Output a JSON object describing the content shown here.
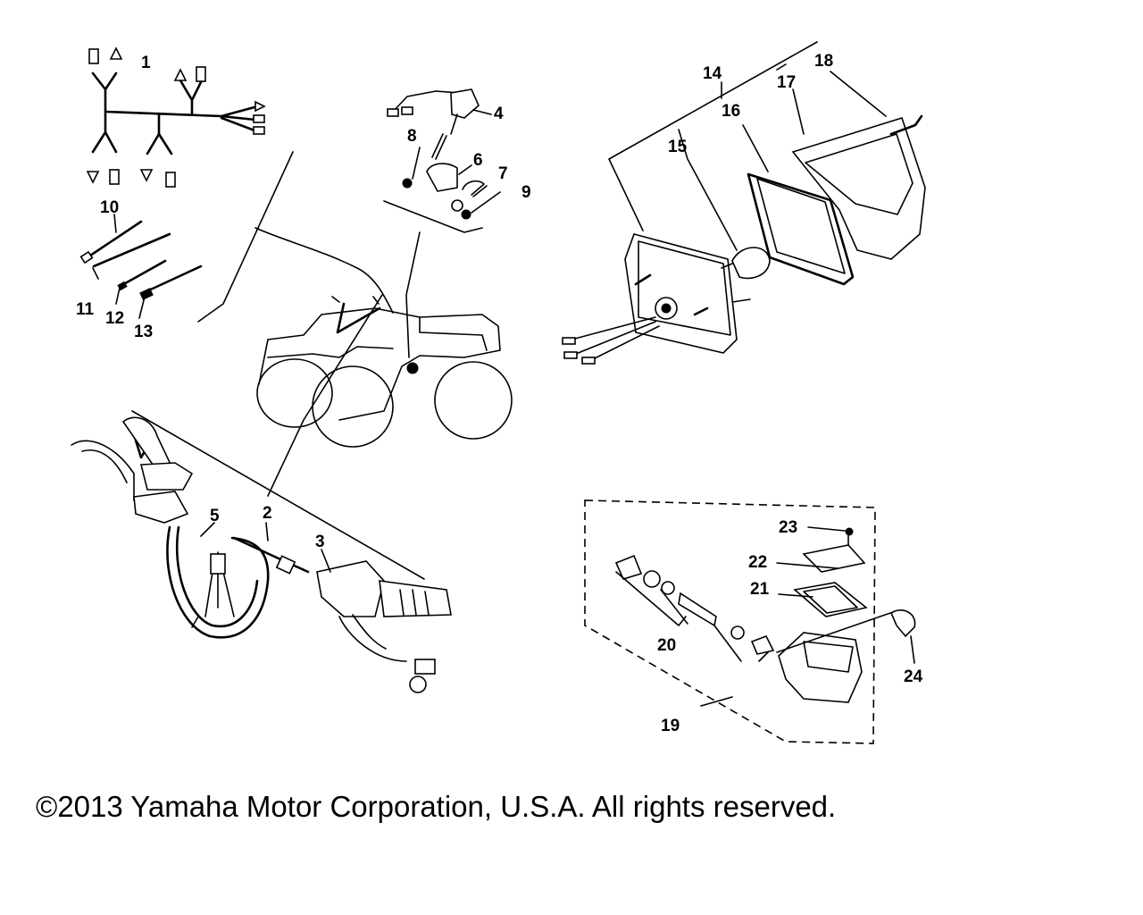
{
  "callouts": [
    {
      "id": "1",
      "text": "1"
    },
    {
      "id": "2",
      "text": "2"
    },
    {
      "id": "3",
      "text": "3"
    },
    {
      "id": "4",
      "text": "4"
    },
    {
      "id": "5",
      "text": "5"
    },
    {
      "id": "6",
      "text": "6"
    },
    {
      "id": "7",
      "text": "7"
    },
    {
      "id": "8",
      "text": "8"
    },
    {
      "id": "9",
      "text": "9"
    },
    {
      "id": "10",
      "text": "10"
    },
    {
      "id": "11",
      "text": "11"
    },
    {
      "id": "12",
      "text": "12"
    },
    {
      "id": "13",
      "text": "13"
    },
    {
      "id": "14",
      "text": "14"
    },
    {
      "id": "15",
      "text": "15"
    },
    {
      "id": "16",
      "text": "16"
    },
    {
      "id": "17",
      "text": "17"
    },
    {
      "id": "18",
      "text": "18"
    },
    {
      "id": "19",
      "text": "19"
    },
    {
      "id": "20",
      "text": "20"
    },
    {
      "id": "21",
      "text": "21"
    },
    {
      "id": "22",
      "text": "22"
    },
    {
      "id": "23",
      "text": "23"
    },
    {
      "id": "24",
      "text": "24"
    }
  ],
  "copyright": "©2013 Yamaha Motor Corporation, U.S.A. All rights reserved."
}
